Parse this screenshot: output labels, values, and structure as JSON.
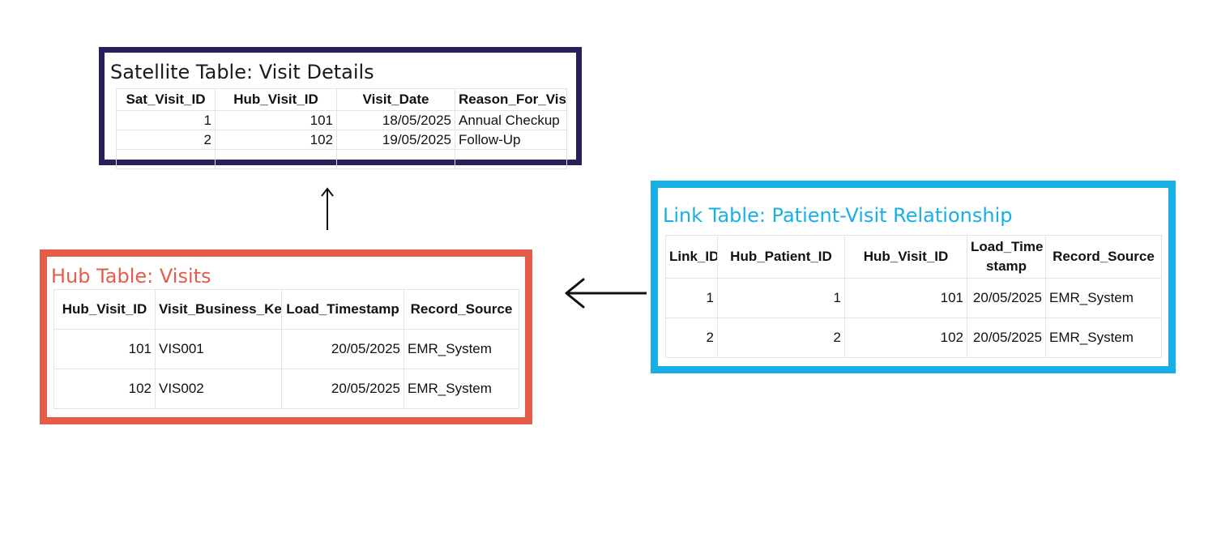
{
  "satellite": {
    "title": "Satellite Table: Visit Details",
    "columns": [
      "Sat_Visit_ID",
      "Hub_Visit_ID",
      "Visit_Date",
      "Reason_For_Visit"
    ],
    "rows": [
      [
        "1",
        "101",
        "18/05/2025",
        "Annual Checkup"
      ],
      [
        "2",
        "102",
        "19/05/2025",
        "Follow-Up"
      ]
    ]
  },
  "hub": {
    "title": "Hub Table: Visits",
    "columns": [
      "Hub_Visit_ID",
      "Visit_Business_Key",
      "Load_Timestamp",
      "Record_Source"
    ],
    "rows": [
      [
        "101",
        "VIS001",
        "20/05/2025",
        "EMR_System"
      ],
      [
        "102",
        "VIS002",
        "20/05/2025",
        "EMR_System"
      ]
    ]
  },
  "link": {
    "title": "Link Table: Patient-Visit Relationship",
    "columns": [
      "Link_ID",
      "Hub_Patient_ID",
      "Hub_Visit_ID",
      "Load_Time stamp",
      "Record_Source"
    ],
    "rows": [
      [
        "1",
        "1",
        "101",
        "20/05/2025",
        "EMR_System"
      ],
      [
        "2",
        "2",
        "102",
        "20/05/2025",
        "EMR_System"
      ]
    ]
  },
  "colors": {
    "satellite_border": "#251f5a",
    "hub_border": "#e65c4a",
    "link_border": "#17b0e6",
    "arrow": "#111111"
  },
  "icons": {
    "up_arrow": "arrow-up-icon",
    "left_arrow": "arrow-left-icon"
  }
}
